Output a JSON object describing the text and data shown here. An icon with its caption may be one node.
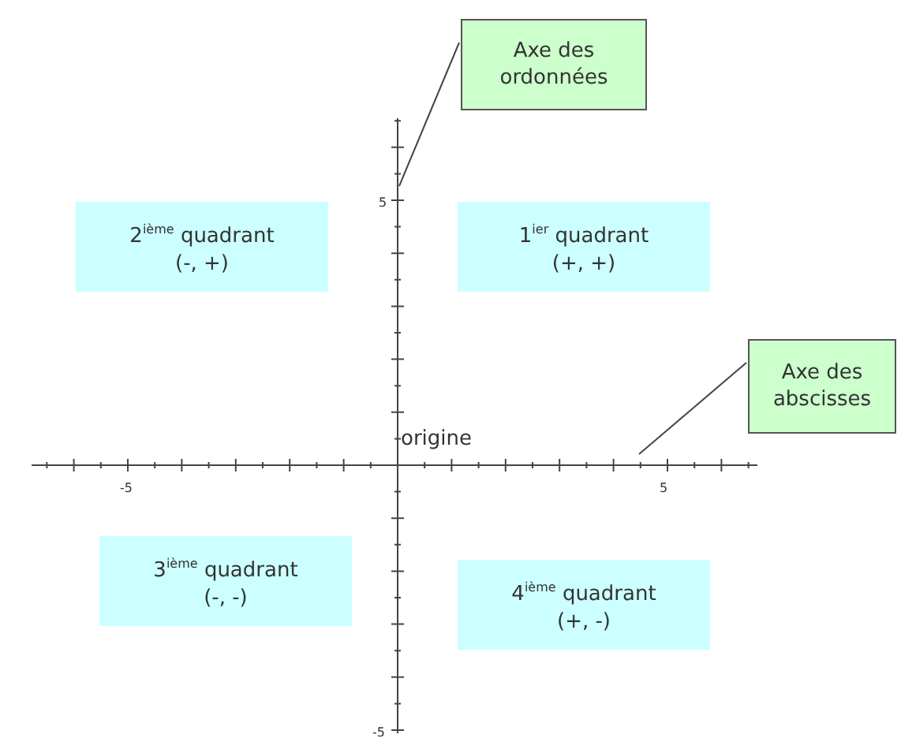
{
  "diagram": {
    "nodes": [
      {
        "text": [
          "Axe des ordonnées"
        ]
      },
      {
        "text": [
          "2$^{ième}$ quadrant",
          "(-, +)"
        ]
      },
      {
        "text": [
          "1$^{ier}$ quadrant",
          "(+, +)"
        ]
      },
      {
        "text": [
          "Axe des abscisses"
        ]
      },
      {
        "text": [
          "3$^{ième}$ quadrant",
          "(-, -)"
        ]
      },
      {
        "text": [
          "4$^{ième}$ quadrant",
          "(+, -)"
        ]
      },
      {
        "text": [],
        "shape": "line"
      },
      {
        "text": [],
        "shape": "line"
      }
    ],
    "edges": [
      {
        "from": 0,
        "to": 6,
        "arrow": "none"
      },
      {
        "from": 3,
        "to": 7,
        "arrow": "none"
      }
    ],
    "labels": [
      "5",
      "origine",
      "-5",
      "5",
      "-5"
    ]
  }
}
